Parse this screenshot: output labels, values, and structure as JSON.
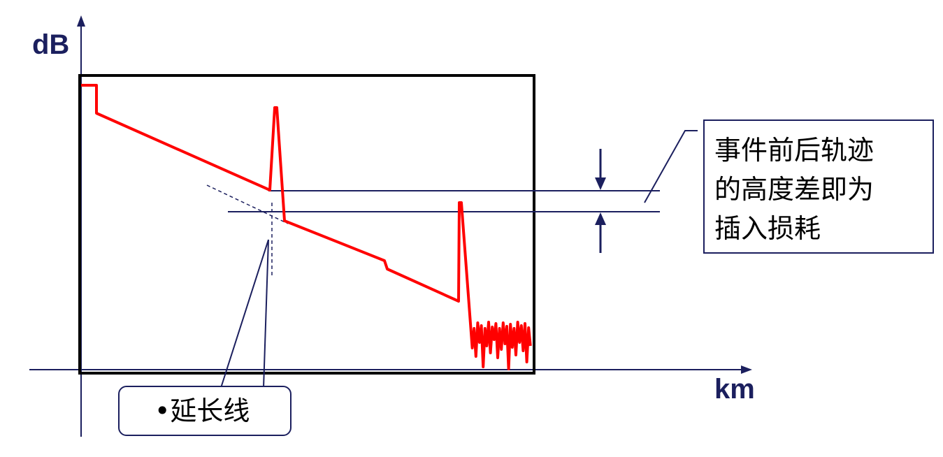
{
  "axes": {
    "y_label": "dB",
    "x_label": "km"
  },
  "callout": {
    "lines": [
      "事件前后轨迹",
      "的高度差即为",
      "插入损耗"
    ]
  },
  "extension_note": {
    "text": "•延长线"
  },
  "colors": {
    "trace": "#ff0000",
    "axis_text": "#1b1f5e",
    "lines": "#1b1f5e",
    "frame": "#000000"
  }
}
